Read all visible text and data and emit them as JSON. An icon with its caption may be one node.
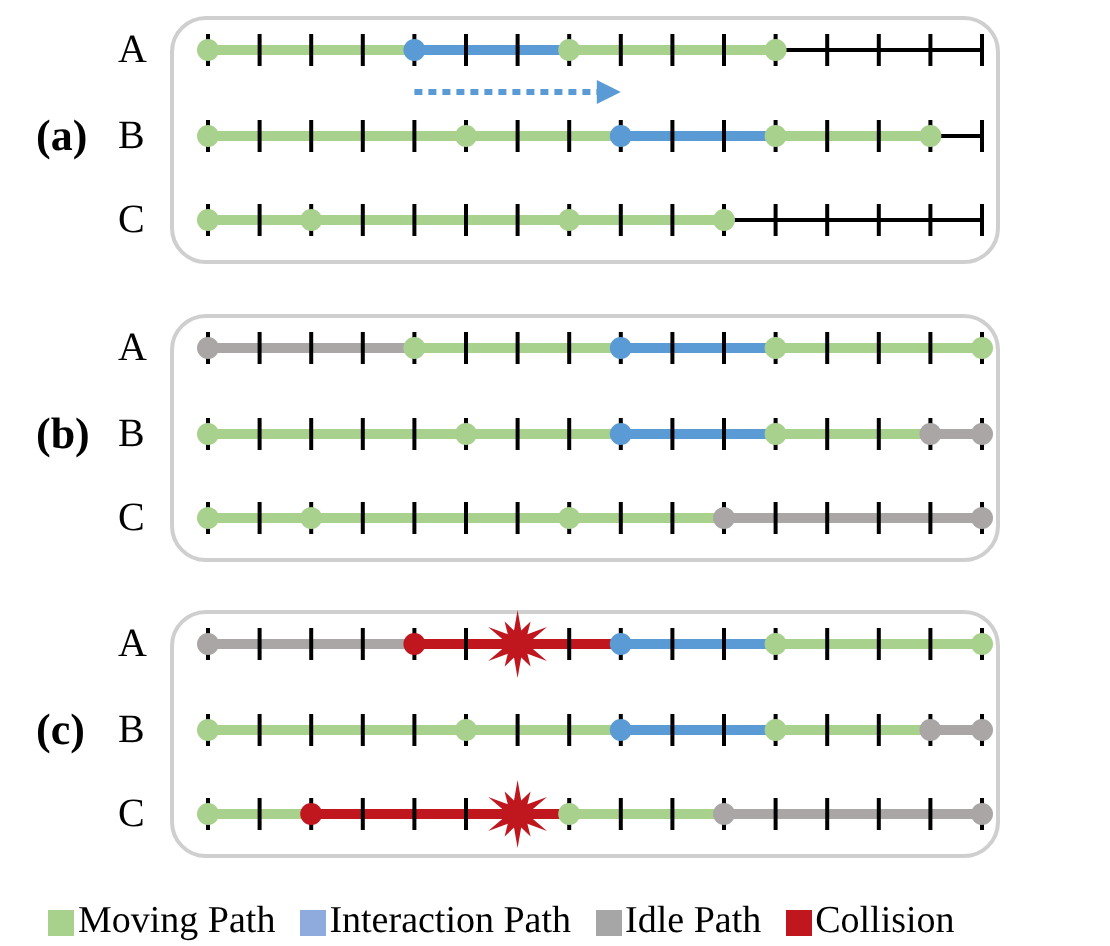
{
  "diagram": {
    "nodes": [
      {
        "text": [
          "(a)"
        ]
      },
      {
        "text": [
          "A"
        ]
      },
      {
        "text": [
          "B"
        ]
      },
      {
        "text": [
          "C"
        ]
      },
      {
        "text": [
          "(b)"
        ]
      },
      {
        "text": [
          "A"
        ]
      },
      {
        "text": [
          "B"
        ]
      },
      {
        "text": [
          "C"
        ]
      },
      {
        "text": [
          "(c)"
        ]
      },
      {
        "text": [
          "A"
        ]
      },
      {
        "text": [
          "B"
        ]
      },
      {
        "text": [
          "C"
        ]
      }
    ],
    "legend": [
      {
        "text": "Moving Path",
        "color": "#a9d18e"
      },
      {
        "text": "Interaction Path",
        "color": "#8faadc"
      },
      {
        "text": "Idle Path",
        "color": "#a6a6a6"
      },
      {
        "text": "Collision",
        "color": "#c0171f"
      }
    ]
  }
}
